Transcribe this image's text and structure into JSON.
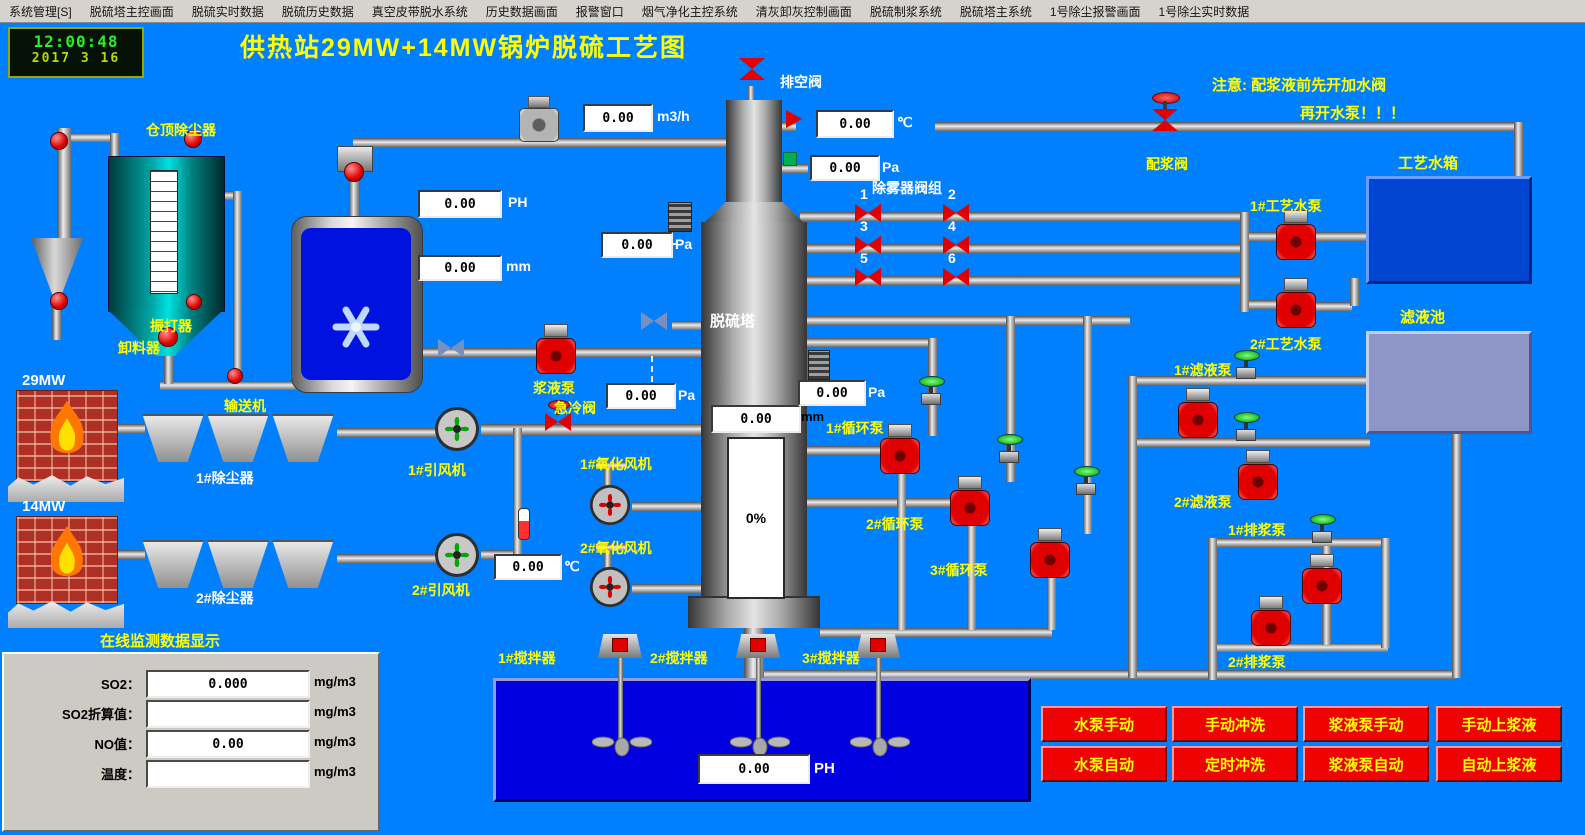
{
  "menu_items": [
    "系统管理[S]",
    "脱硫塔主控画面",
    "脱硫实时数据",
    "脱硫历史数据",
    "真空皮带脱水系统",
    "历史数据画面",
    "报警窗口",
    "烟气净化主控系统",
    "清灰卸灰控制画面",
    "脱硫制浆系统",
    "脱硫塔主系统",
    "1号除尘报警画面",
    "1号除尘实时数据"
  ],
  "clock": {
    "time": "12:00:48",
    "date": "2017  3  16"
  },
  "title": "供热站29MW+14MW锅炉脱硫工艺图",
  "notice_line1": "注意: 配浆液前先开加水阀",
  "notice_line2": "再开水泵！！！",
  "labels": {
    "silo_duster": "仓顶除尘器",
    "vibrator": "振打器",
    "discharger": "卸料器",
    "conveyor": "输送机",
    "boiler_29": "29MW",
    "boiler_14": "14MW",
    "duster1": "1#除尘器",
    "duster2": "2#除尘器",
    "fan1": "1#引风机",
    "fan2": "2#引风机",
    "slurry_pump": "浆液泵",
    "quench_valve": "急冷阀",
    "oxid_fan1": "1#氧化风机",
    "oxid_fan2": "2#氧化风机",
    "vent_valve": "排空阀",
    "tower": "脱硫塔",
    "demister_group": "除雾器阀组",
    "circ1": "1#循环泵",
    "circ2": "2#循环泵",
    "circ3": "3#循环泵",
    "prep_valve": "配浆阀",
    "water_tank": "工艺水箱",
    "water_pump1": "1#工艺水泵",
    "water_pump2": "2#工艺水泵",
    "filtrate_pool": "滤液池",
    "filtrate_pump1": "1#滤液泵",
    "filtrate_pump2": "2#滤液泵",
    "drain_pump1": "1#排浆泵",
    "drain_pump2": "2#排浆泵",
    "agit1": "1#搅拌器",
    "agit2": "2#搅拌器",
    "agit3": "3#搅拌器"
  },
  "valve_nums": [
    "1",
    "2",
    "3",
    "4",
    "5",
    "6"
  ],
  "gauges": {
    "flow": {
      "value": "0.00",
      "unit": "m3/h"
    },
    "temp_top": {
      "value": "0.00",
      "unit": "℃"
    },
    "pa_top": {
      "value": "0.00",
      "unit": "Pa"
    },
    "ph_mix": {
      "value": "0.00",
      "unit": "PH"
    },
    "pa_mid": {
      "value": "0.00",
      "unit": "Pa"
    },
    "mm_mix": {
      "value": "0.00",
      "unit": "mm"
    },
    "pa_low": {
      "value": "0.00",
      "unit": "Pa"
    },
    "pa_tower": {
      "value": "0.00",
      "unit": "Pa"
    },
    "mm_tower": {
      "value": "0.00",
      "unit": "mm"
    },
    "level_pct": "0%",
    "temp_fan": {
      "value": "0.00",
      "unit": "℃"
    },
    "ph_pool": {
      "value": "0.00",
      "unit": "PH"
    }
  },
  "monitor": {
    "title": "在线监测数据显示",
    "rows": [
      {
        "label": "SO2：",
        "value": "0.000",
        "unit": "mg/m3"
      },
      {
        "label": "SO2折算值：",
        "value": "",
        "unit": "mg/m3"
      },
      {
        "label": "NO值：",
        "value": "0.00",
        "unit": "mg/m3"
      },
      {
        "label": "温度：",
        "value": "",
        "unit": "mg/m3"
      }
    ]
  },
  "buttons": [
    "水泵手动",
    "手动冲洗",
    "浆液泵手动",
    "手动上浆液",
    "水泵自动",
    "定时冲洗",
    "浆液泵自动",
    "自动上浆液"
  ],
  "colors": {
    "background": "#0080FF",
    "button_red": "#EE0202",
    "label_yellow": "#FFFF00",
    "pool_blue": "#0000E0"
  }
}
